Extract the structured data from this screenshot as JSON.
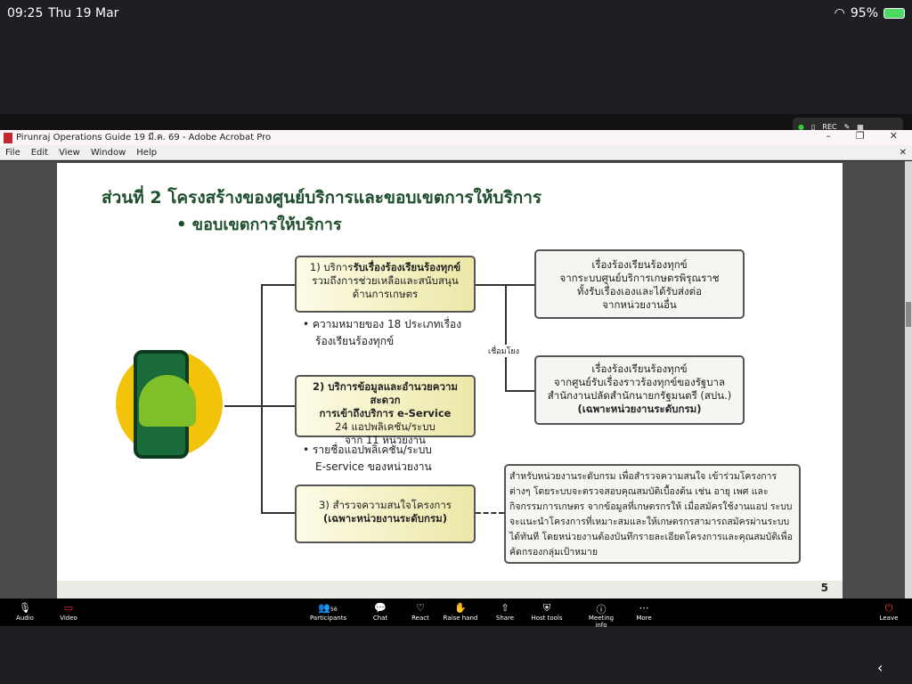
{
  "status": {
    "time": "09:25",
    "date": "Thu 19 Mar",
    "battery": "95%"
  },
  "zoom_controls": {
    "rec": "REC"
  },
  "window": {
    "title": "Pirunraj Operations Guide 19 มี.ค. 69 - Adobe Acrobat Pro",
    "menu": [
      "File",
      "Edit",
      "View",
      "Window",
      "Help"
    ]
  },
  "slide": {
    "title": "ส่วนที่ 2 โครงสร้างของศูนย์บริการและขอบเขตการให้บริการ",
    "subtitle": "• ขอบเขตการให้บริการ",
    "box1": {
      "line1_prefix": "1) บริการ",
      "line1_bold": "รับเรื่องร้องเรียนร้องทุกข์",
      "line2": "รวมถึงการช่วยเหลือและสนับสนุน",
      "line3": "ด้านการเกษตร"
    },
    "bullet1": [
      "• ความหมายของ 18 ประเภทเรื่อง",
      "ร้องเรียนร้องทุกข์"
    ],
    "box2": {
      "line1": "2) บริการข้อมูลและอำนวยความสะดวก",
      "line2": "การเข้าถึงบริการ e-Service",
      "line3": "24 แอปพลิเคชัน/ระบบ",
      "line4": "จาก 11 หน่วยงาน"
    },
    "bullet2": [
      "• รายชื่อแอปพลิเคชัน/ระบบ",
      "E-service ของหน่วยงาน"
    ],
    "box3": {
      "line1": "3) สำรวจความสนใจโครงการ",
      "line2": "(เฉพาะหน่วยงานระดับกรม)"
    },
    "src1": [
      "เรื่องร้องเรียนร้องทุกข์",
      "จากระบบศูนย์บริการเกษตรพิรุณราช",
      "ทั้งรับเรื่องเองและได้รับส่งต่อ",
      "จากหน่วยงานอื่น"
    ],
    "src2": [
      "เรื่องร้องเรียนร้องทุกข์",
      "จากศูนย์รับเรื่องราวร้องทุกข์ของรัฐบาล",
      "สำนักงานปลัดสำนักนายกรัฐมนตรี (สปน.)",
      "(เฉพาะหน่วยงานระดับกรม)"
    ],
    "link_label": "เชื่อมโยง",
    "note": "สำหรับหน่วยงานระดับกรม เพื่อสำรวจความสนใจ เข้าร่วมโครงการต่างๆ โดยระบบจะตรวจสอบคุณสมบัติเบื้องต้น เช่น อายุ เพศ และกิจกรรมการเกษตร จากข้อมูลที่เกษตรกรให้ เมื่อสมัครใช้งานแอป ระบบจะแนะนำโครงการที่เหมาะสมและให้เกษตรกรสามารถสมัครผ่านระบบได้ทันที โดยหน่วยงานต้องบันทึกรายละเอียดโครงการและคุณสมบัติเพื่อคัดกรองกลุ่มเป้าหมาย",
    "page_number": "5"
  },
  "meeting_toolbar": {
    "audio": "Audio",
    "video": "Video",
    "participants": "Participants",
    "participants_count": "56",
    "chat": "Chat",
    "react": "React",
    "raise_hand": "Raise hand",
    "share": "Share",
    "host_tools": "Host tools",
    "meeting_info": "Meeting info",
    "more": "More",
    "leave": "Leave"
  }
}
